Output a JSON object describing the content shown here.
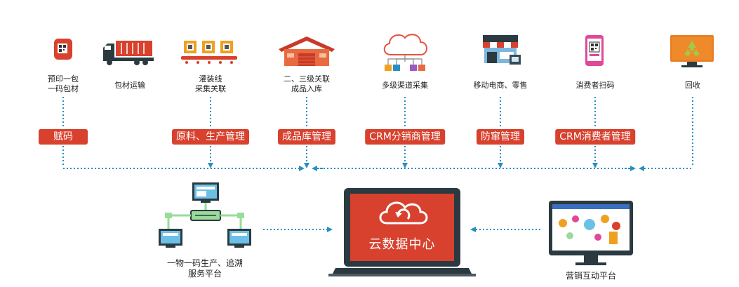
{
  "steps": [
    {
      "label": "预印一包\n一码包材",
      "icon": "qr-roll-icon"
    },
    {
      "label": "包材运输",
      "icon": "truck-icon"
    },
    {
      "label": "灌装线\n采集关联",
      "icon": "conveyor-icon"
    },
    {
      "label": "二、三级关联\n成品入库",
      "icon": "warehouse-icon"
    },
    {
      "label": "多级渠道采集",
      "icon": "cloud-network-icon"
    },
    {
      "label": "移动电商、零售",
      "icon": "store-icon"
    },
    {
      "label": "消费者扫码",
      "icon": "phone-scan-icon"
    },
    {
      "label": "回收",
      "icon": "recycle-monitor-icon"
    }
  ],
  "stages": [
    "赋码",
    "原料、生产管理",
    "成品库管理",
    "CRM分销商管理",
    "防窜管理",
    "CRM消费者管理"
  ],
  "left_platform": {
    "label": "一物一码生产、追溯\n服务平台",
    "icon": "network-computers-icon"
  },
  "center": {
    "title": "云数据中心",
    "icon": "cloud-sync-icon"
  },
  "right_platform": {
    "label": "营销互动平台",
    "icon": "marketing-monitor-icon"
  },
  "colors": {
    "accent": "#d7412e",
    "dotted": "#2a8fc0",
    "dark": "#2b3a40"
  }
}
